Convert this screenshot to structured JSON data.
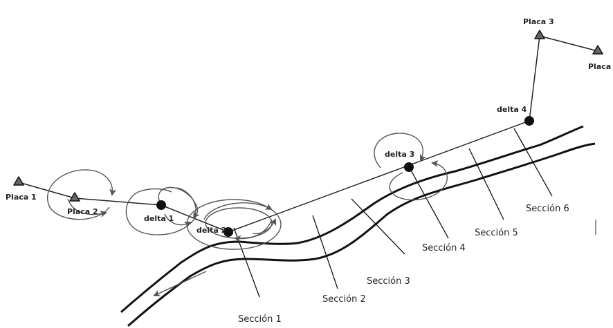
{
  "diagram": {
    "points": {
      "placa_1": "Placa 1",
      "placa_2": "Placa 2",
      "placa_3": "Placa 3",
      "placa_4": "Placa",
      "delta_1": "delta 1",
      "delta_2": "delta 2",
      "delta_3": "delta 3",
      "delta_4": "delta 4"
    },
    "sections": {
      "s1": "Sección 1",
      "s2": "Sección 2",
      "s3": "Sección 3",
      "s4": "Sección 4",
      "s5": "Sección 5",
      "s6": "Sección 6"
    },
    "colors": {
      "ink": "#111111",
      "label": "#222222",
      "arrow": "#555555",
      "marker_fill": "#666666"
    }
  }
}
